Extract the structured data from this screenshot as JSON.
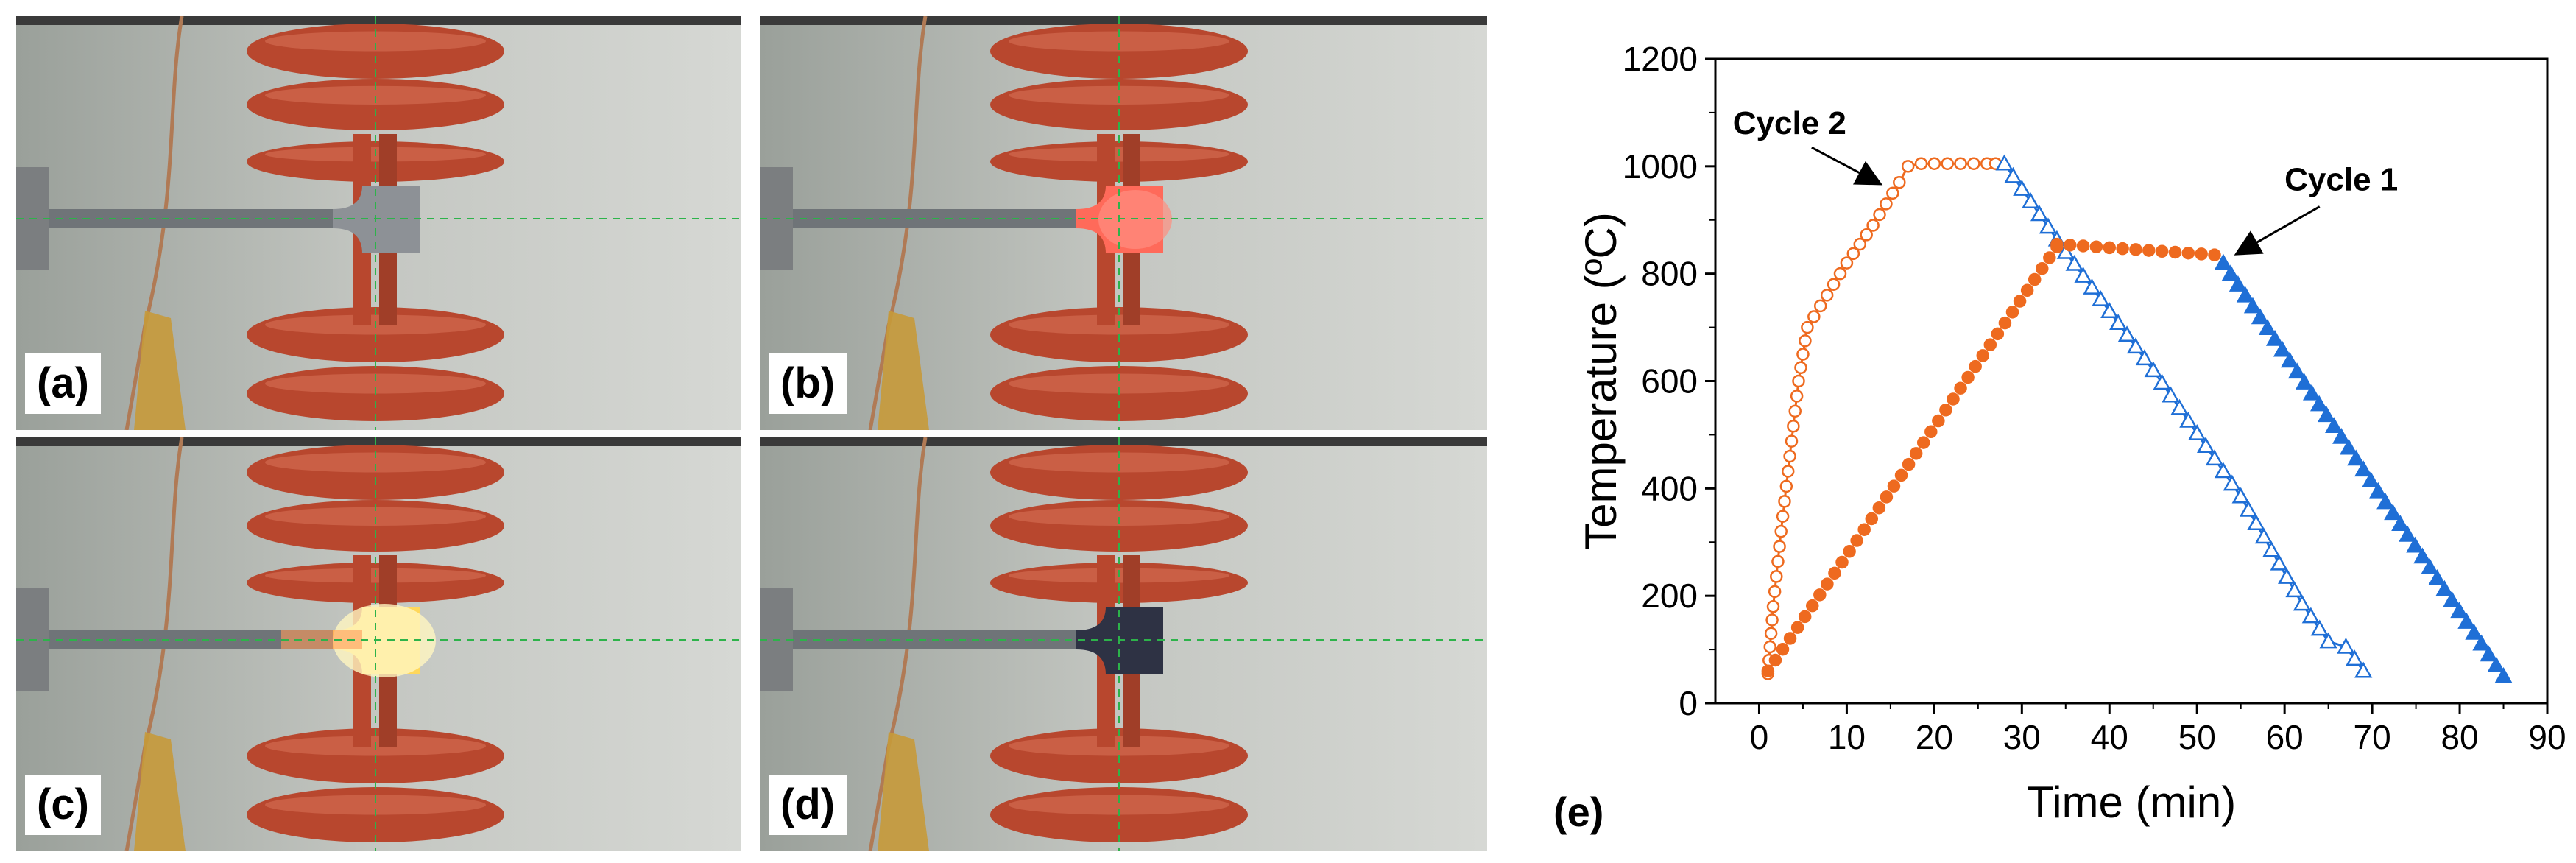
{
  "panels": [
    {
      "label": "(a)",
      "glow": "none"
    },
    {
      "label": "(b)",
      "glow": "red"
    },
    {
      "label": "(c)",
      "glow": "yellow"
    },
    {
      "label": "(d)",
      "glow": "dark"
    }
  ],
  "colors": {
    "coil": "#b8472e",
    "coil_highlight": "#d9735a",
    "background_wall": "#c4c7c2",
    "crosshair": "#2db34a",
    "cycle1": "#1f6fd6",
    "cycle2": "#ee6a1f"
  },
  "chart_data": {
    "type": "line",
    "panel_label": "(e)",
    "xlabel": "Time (min)",
    "ylabel": "Temperature (ºC)",
    "xlim": [
      -5,
      90
    ],
    "ylim": [
      0,
      1200
    ],
    "xticks": [
      0,
      10,
      20,
      30,
      40,
      50,
      60,
      70,
      80,
      90
    ],
    "yticks": [
      0,
      200,
      400,
      600,
      800,
      1000,
      1200
    ],
    "grid": false,
    "series": [
      {
        "name": "Cycle 2",
        "segments": [
          {
            "marker": "open-circle",
            "color": "#ee6a1f",
            "x": [
              1,
              1.6,
              2.5,
              3.5,
              4.5,
              5.5,
              7,
              8.5,
              10,
              11.5,
              13,
              14.5,
              16,
              17,
              18.5,
              20,
              21.5,
              23,
              24.5,
              26,
              27
            ],
            "y": [
              55,
              180,
              320,
              460,
              600,
              700,
              740,
              780,
              820,
              855,
              890,
              930,
              970,
              1000,
              1005,
              1005,
              1005,
              1005,
              1005,
              1005,
              1005
            ]
          },
          {
            "marker": "open-triangle",
            "color": "#1f6fd6",
            "x": [
              28,
              35,
              45,
              55,
              62,
              65,
              67,
              69
            ],
            "y": [
              1005,
              840,
              620,
              385,
              185,
              115,
              105,
              60
            ]
          }
        ]
      },
      {
        "name": "Cycle 1",
        "segments": [
          {
            "marker": "filled-circle",
            "color": "#ee6a1f",
            "x": [
              1,
              34
            ],
            "y": [
              60,
              850
            ]
          },
          {
            "marker": "filled-circle",
            "color": "#ee6a1f",
            "x": [
              34,
              52
            ],
            "y": [
              855,
              835
            ]
          },
          {
            "marker": "filled-triangle",
            "color": "#1f6fd6",
            "x": [
              53,
              85
            ],
            "y": [
              820,
              50
            ]
          }
        ]
      }
    ],
    "annotations": [
      {
        "text": "Cycle 2",
        "target_x": 14.5,
        "target_y": 955
      },
      {
        "text": "Cycle 1",
        "target_x": 54,
        "target_y": 830
      }
    ]
  }
}
